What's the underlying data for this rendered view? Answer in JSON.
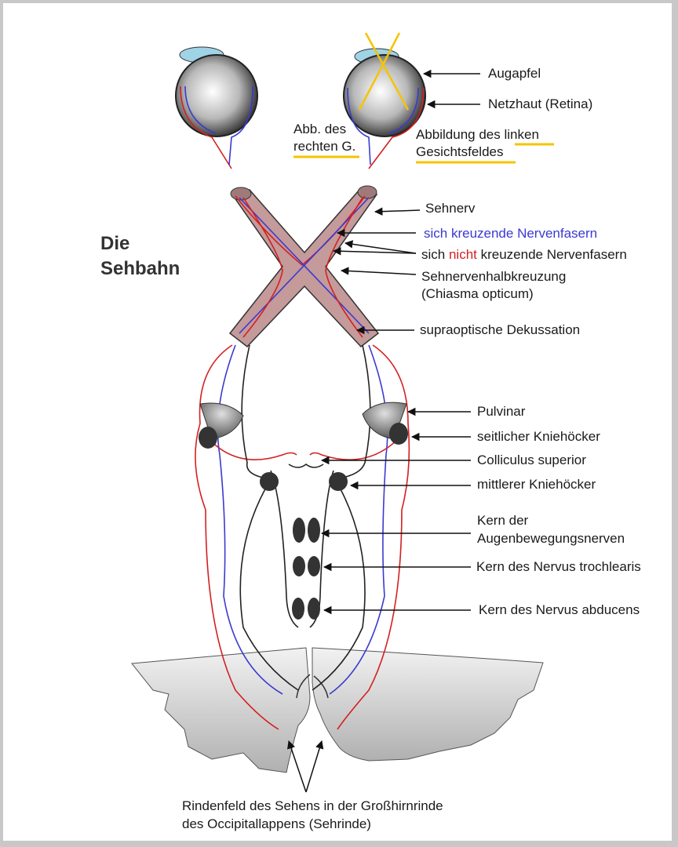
{
  "title": {
    "line1": "Die",
    "line2": "Sehbahn"
  },
  "colors": {
    "crossing_fibers": "#3a3ad0",
    "uncrossed_fibers": "#d42020",
    "highlight": "#f5c400",
    "chiasma_fill": "#c49a9a"
  },
  "labels": {
    "augapfel": "Augapfel",
    "netzhaut": "Netzhaut (Retina)",
    "abb_rechts_1": "Abb. des",
    "abb_rechts_2": "rechten G.",
    "abb_links_1": "Abbildung des ",
    "abb_links_2": "linken",
    "abb_links_3": "Gesichtsfeldes",
    "sehnerv": "Sehnerv",
    "kreuzende": "sich kreuzende Nervenfasern",
    "nicht_kreuzende_1": "sich ",
    "nicht_kreuzende_2": "nicht",
    "nicht_kreuzende_3": " kreuzende Nervenfasern",
    "chiasma_1": "Sehnervenhalbkreuzung",
    "chiasma_2": "(Chiasma opticum)",
    "dekussation": "supraoptische Dekussation",
    "pulvinar": "Pulvinar",
    "seitlicher": "seitlicher Kniehöcker",
    "colliculus": "Colliculus superior",
    "mittlerer": "mittlerer Kniehöcker",
    "kern_augen_1": "Kern der",
    "kern_augen_2": "Augenbewegungsnerven",
    "kern_trochlearis": "Kern des Nervus trochlearis",
    "kern_abducens": "Kern des Nervus abducens",
    "rindenfeld_1": "Rindenfeld des Sehens in der Großhirnrinde",
    "rindenfeld_2": "des Occipitallappens (Sehrinde)"
  }
}
